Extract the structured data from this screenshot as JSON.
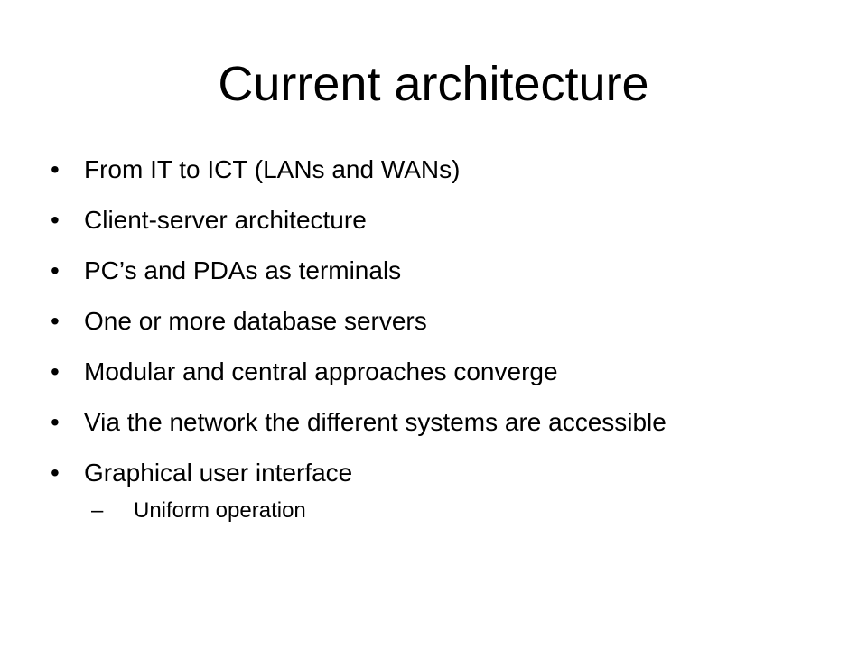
{
  "slide": {
    "title": "Current architecture",
    "bullet_symbol": "•",
    "sub_bullet_symbol": "–",
    "bullets": [
      {
        "text": "From IT to ICT (LANs and WANs)"
      },
      {
        "text": "Client-server architecture"
      },
      {
        "text": "PC’s and PDAs as terminals"
      },
      {
        "text": "One or more database servers"
      },
      {
        "text": "Modular and central approaches converge"
      },
      {
        "text": "Via the network the different systems are accessible"
      },
      {
        "text": "Graphical user interface",
        "sub": [
          "Uniform operation"
        ]
      }
    ]
  }
}
